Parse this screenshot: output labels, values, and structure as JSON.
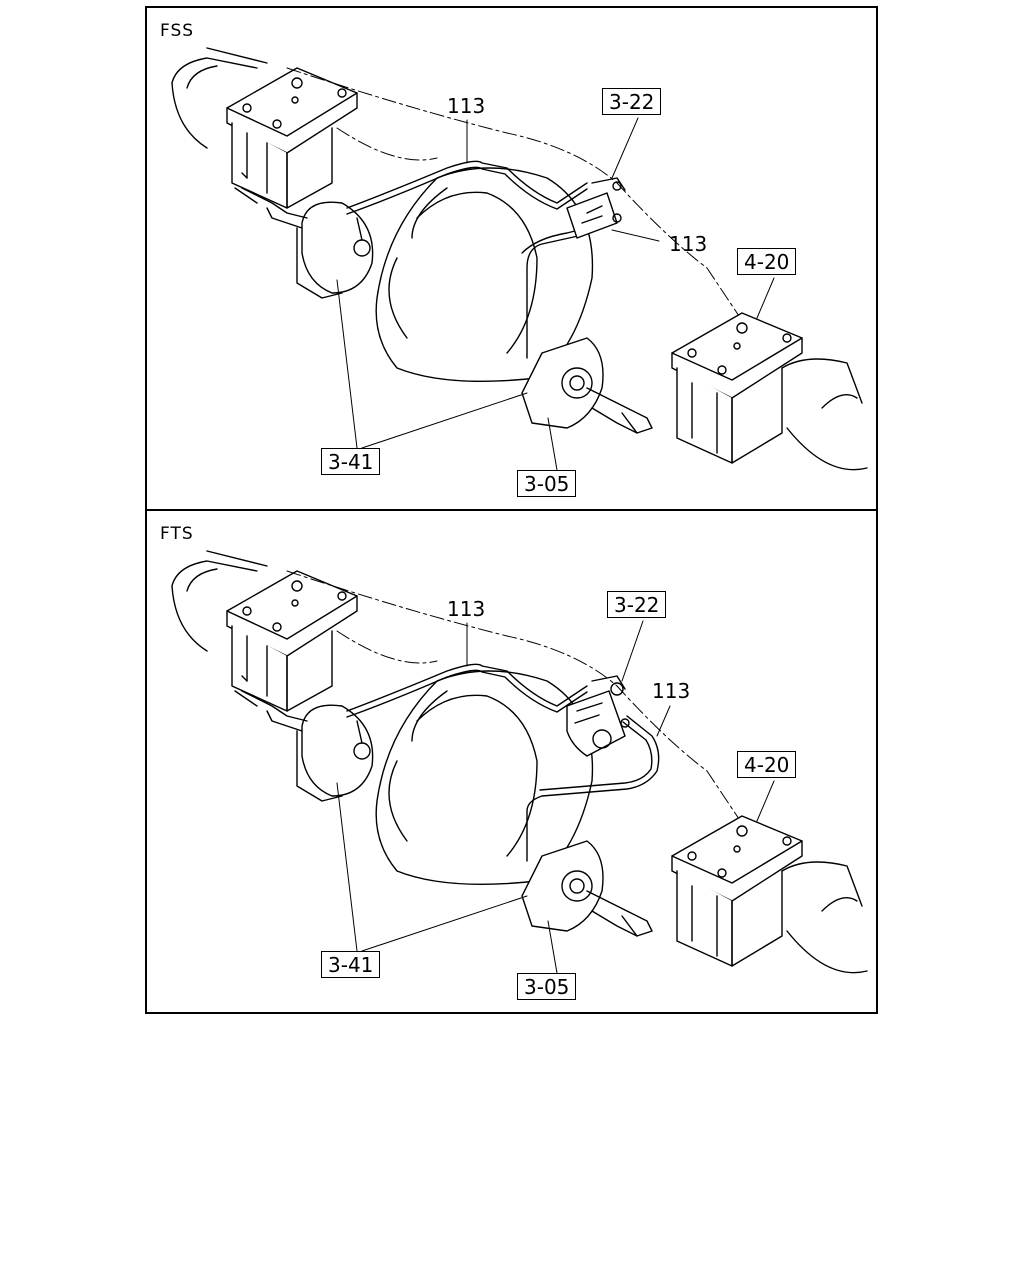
{
  "panels": [
    {
      "title": "FSS",
      "callouts": {
        "pipe_upper": "113",
        "pipe_right": "113",
        "ref_3_22": "3-22",
        "ref_4_20": "4-20",
        "ref_3_41": "3-41",
        "ref_3_05": "3-05"
      }
    },
    {
      "title": "FTS",
      "callouts": {
        "pipe_upper": "113",
        "pipe_right": "113",
        "ref_3_22": "3-22",
        "ref_4_20": "4-20",
        "ref_3_41": "3-41",
        "ref_3_05": "3-05"
      }
    }
  ]
}
